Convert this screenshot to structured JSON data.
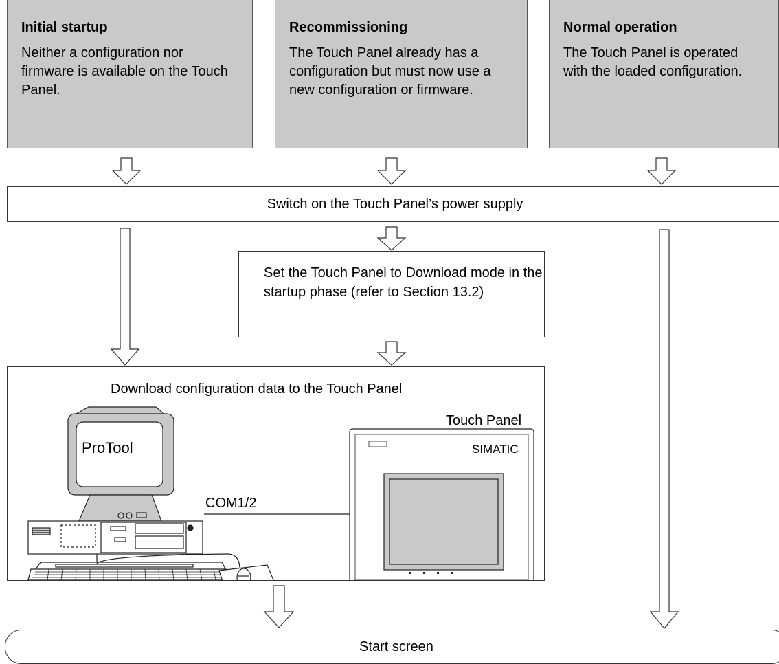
{
  "columns": [
    {
      "title": "Initial startup",
      "text": "Neither a configuration nor firmware is available on the Touch Panel."
    },
    {
      "title": "Recommissioning",
      "text": "The Touch Panel already has a configuration but must now use a new configuration or firmware."
    },
    {
      "title": "Normal operation",
      "text": "The Touch Panel is operated with the loaded configuration."
    }
  ],
  "power_step": "Switch on the Touch Panel’s power supply",
  "download_mode_step": "Set the Touch Panel to Download mode in the startup phase (refer to Section 13.2)",
  "download_step": {
    "title": "Download configuration data to the Touch Panel",
    "pc_screen_label": "ProTool",
    "cable_label": "COM1/2",
    "panel_caption": "Touch Panel",
    "panel_brand": "SIMATIC"
  },
  "end_step": "Start screen"
}
